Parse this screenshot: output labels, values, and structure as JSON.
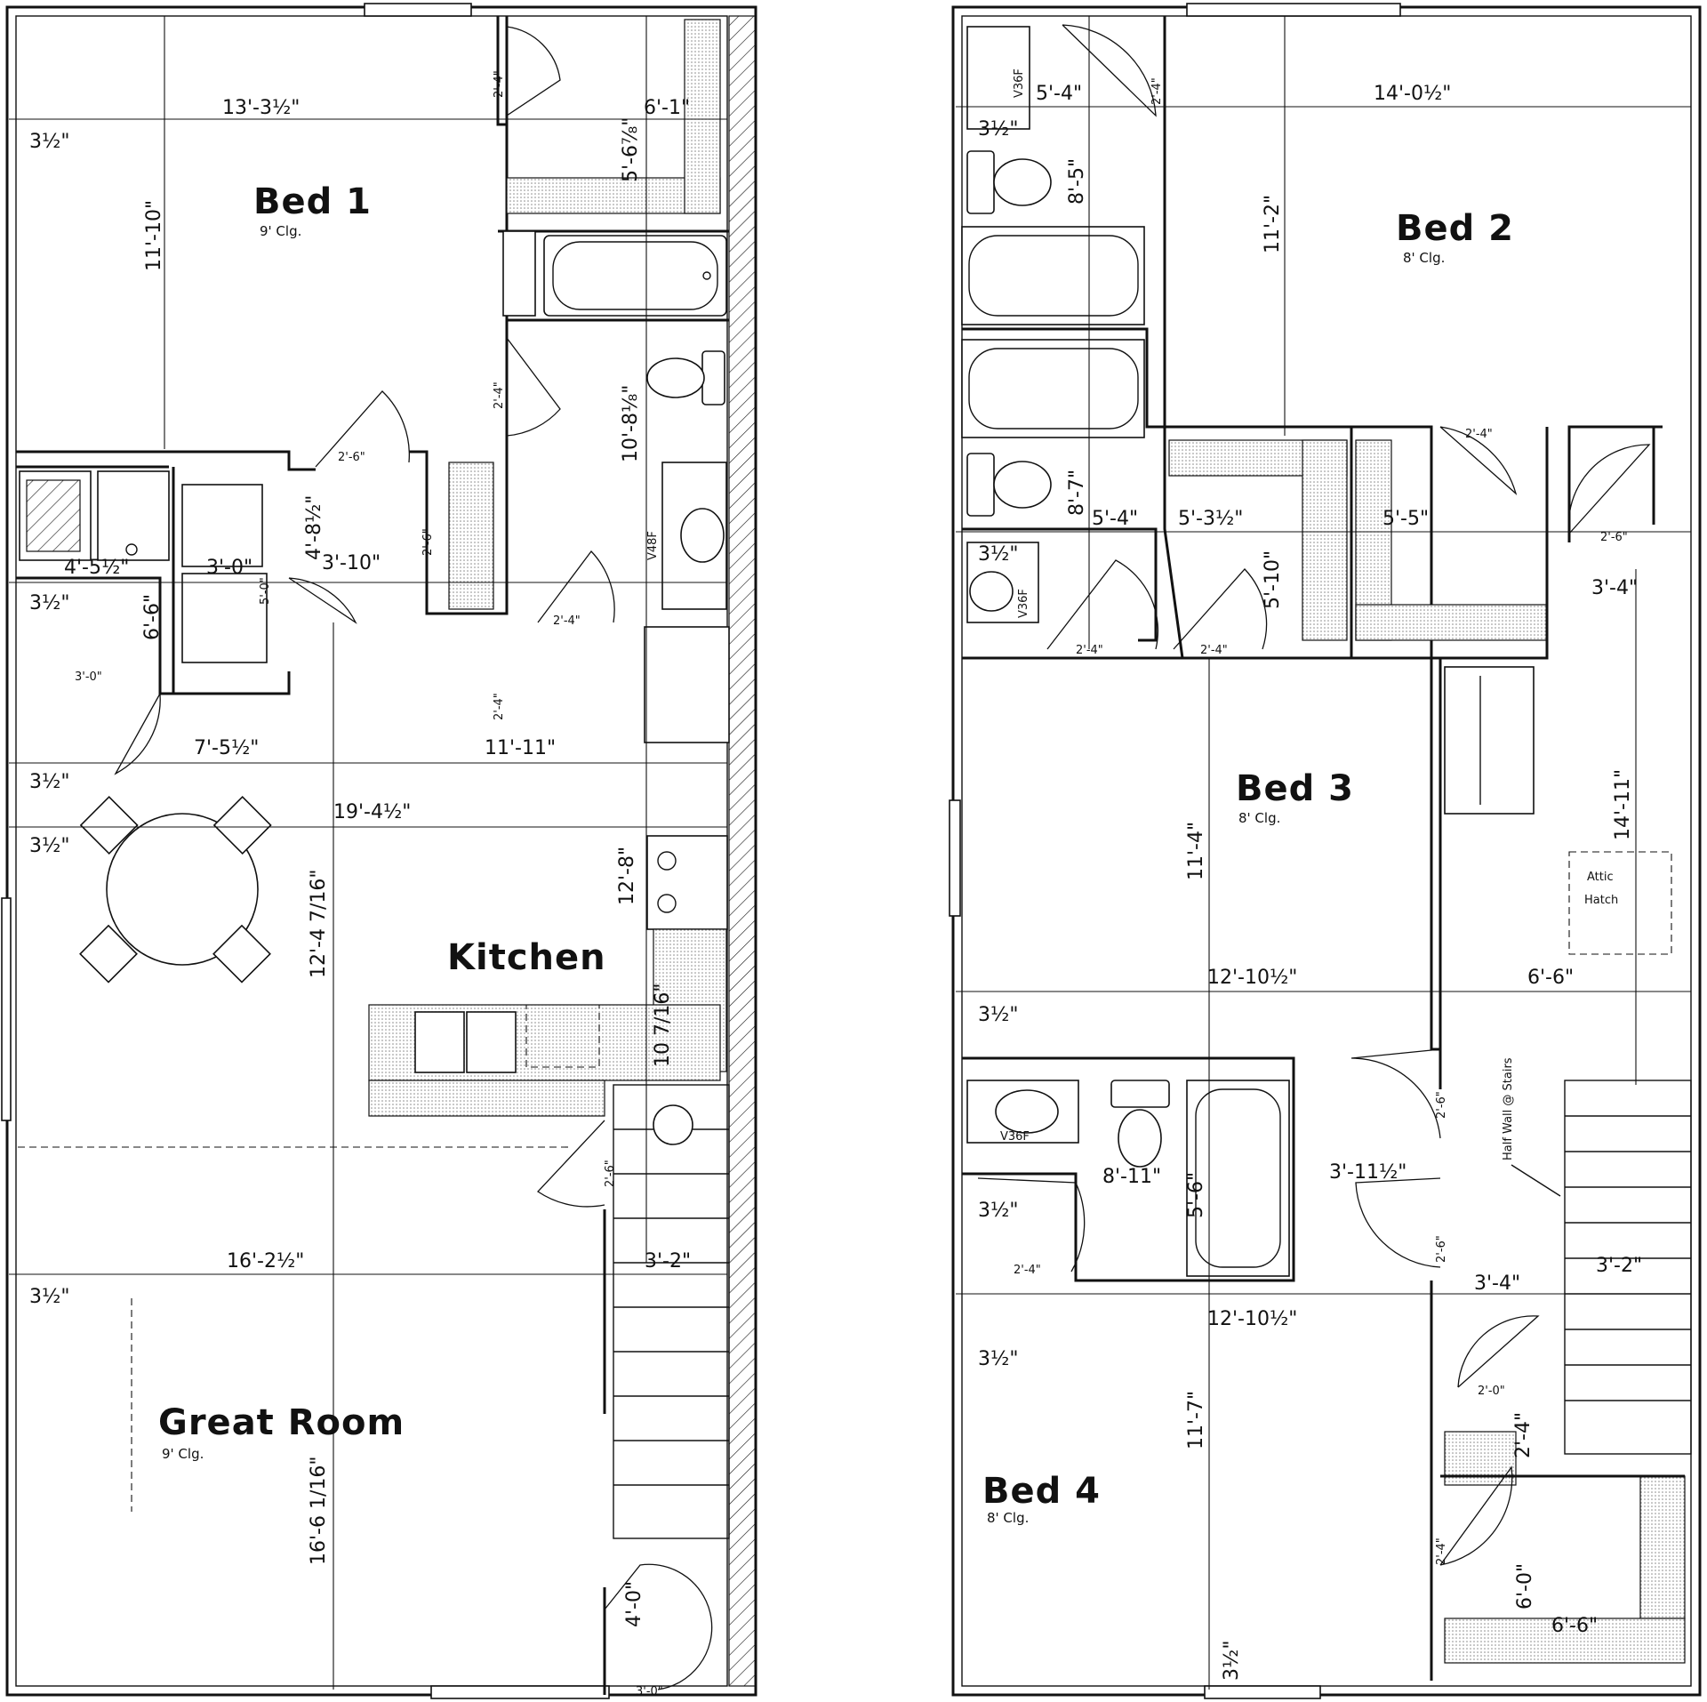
{
  "rooms": {
    "bed1": {
      "name": "Bed 1",
      "ceiling": "9' Clg."
    },
    "bed2": {
      "name": "Bed 2",
      "ceiling": "8' Clg."
    },
    "bed3": {
      "name": "Bed 3",
      "ceiling": "8' Clg."
    },
    "bed4": {
      "name": "Bed 4",
      "ceiling": "8' Clg."
    },
    "kitchen": {
      "name": "Kitchen"
    },
    "great_room": {
      "name": "Great Room",
      "ceiling": "9' Clg."
    }
  },
  "labels": {
    "attic_hatch_line1": "Attic",
    "attic_hatch_line2": "Hatch",
    "half_wall": "Half Wall @ Stairs",
    "vanity_v48f": "V48F",
    "vanity_v36f_a": "V36F",
    "vanity_v36f_b": "V36F",
    "vanity_v36f_c": "V36F"
  },
  "dimensions": {
    "ground": {
      "d1": "13'-3½\"",
      "d2": "6'-1\"",
      "d3": "3½\"",
      "d4": "11'-10\"",
      "d5": "5'-6⅞\"",
      "d6": "2'-4\"",
      "d7": "10'-8⅛\"",
      "d8": "2'-4\"",
      "d9": "2'-6\"",
      "d10": "4'-8½\"",
      "d11": "2'-6\"",
      "d12": "4'-5½\"",
      "d13": "3'-0\"",
      "d14": "3'-10\"",
      "d15": "3½\"",
      "d16": "6'-6\"",
      "d17": "3'-0\"",
      "d18": "2'-4\"",
      "d19": "7'-5½\"",
      "d20": "11'-11\"",
      "d21": "3½\"",
      "d22": "19'-4½\"",
      "d23": "3½\"",
      "d24": "12'-4 7/16\"",
      "d25": "12'-8\"",
      "d26": "10 7/16\"",
      "d27": "2'-6\"",
      "d28": "16'-2½\"",
      "d29": "3'-2\"",
      "d30": "3½\"",
      "d31": "16'-6 1/16\"",
      "d32": "4'-0\"",
      "d33": "3'-0\"",
      "d34": "5'-0\"",
      "d35": "2'-4\""
    },
    "upper": {
      "u1": "5'-4\"",
      "u2": "2'-4\"",
      "u3": "14'-0½\"",
      "u4": "3½\"",
      "u5": "8'-5\"",
      "u6": "11'-2\"",
      "u7": "2'-4\"",
      "u8": "8'-7\"",
      "u9": "5'-4\"",
      "u10": "5'-3½\"",
      "u11": "5'-5\"",
      "u12": "2'-6\"",
      "u13": "3½\"",
      "u14": "5'-10\"",
      "u15": "3'-4\"",
      "u16": "2'-4\"",
      "u17": "2'-4\"",
      "u18": "11'-4\"",
      "u19": "14'-11\"",
      "u20": "12'-10½\"",
      "u21": "6'-6\"",
      "u22": "3½\"",
      "u23": "2'-6\"",
      "u24": "8'-11\"",
      "u25": "5'-6\"",
      "u26": "3'-11½\"",
      "u27": "3½\"",
      "u28": "2'-6\"",
      "u29": "2'-4\"",
      "u30": "3'-4\"",
      "u31": "3'-2\"",
      "u32": "12'-10½\"",
      "u33": "3½\"",
      "u34": "2'-0\"",
      "u35": "11'-7\"",
      "u36": "2'-4\"",
      "u37": "2'-4\"",
      "u38": "6'-0\"",
      "u39": "6'-6\"",
      "u40": "3½\""
    }
  }
}
